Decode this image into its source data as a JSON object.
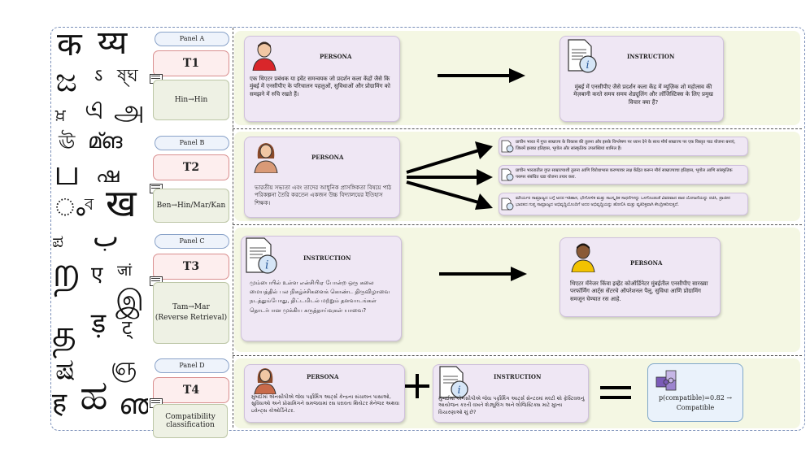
{
  "glyphs": [
    "क",
    "य्य",
    "ಜ",
    "ऽ",
    "ষ্ঘ",
    "ਖ਼",
    "এ",
    "அ",
    "ঊ",
    "മ്ങ",
    "ப",
    "ഷ",
    "ം",
    "ಿ",
    "ব",
    "ख",
    "ಪ",
    "ب",
    "ற",
    "ए",
    "जां",
    "த",
    "இ",
    "ஞ",
    "ड़",
    "ट्",
    "ಷ",
    "ಹ",
    "ഞ",
    "ह",
    "ड़",
    "ஓ"
  ],
  "panels": [
    {
      "label": "Panel A",
      "task": "T1",
      "languages": "Hin→Hin",
      "persona_title": "PERSONA",
      "persona_text": "एक थिएटर प्रबंधक या इवेंट समन्वयक जो प्रदर्शन कला केंद्रों जैसे कि मुंबई में एनसीपीए के परिचालन पहलुओं, सुविधाओं और प्रोग्रामिंग को समझने में रुचि रखते हैं।",
      "instruction_title": "INSTRUCTION",
      "instruction_text": "मुंबई में एनसीपीए जैसे प्रदर्शन कला केंद्र में म्यूज़िक शो महोत्सव की मेज़बानी करते समय समय शेड्यूलिंग और लॉजिस्टिक्स के लिए प्रमुख विचार क्या हैं?"
    },
    {
      "label": "Panel B",
      "task": "T2",
      "languages": "Ben→Hin/Mar/Kan",
      "persona_title": "PERSONA",
      "persona_text": "ভারতীয় সভ্যতা এবং তাদের আধুনিক প্রাসঙ্গিকতা বিষয়ে পাঠ পরিকল্পনা তৈরি করতেন একজন উচ্চ বিদ্যালয়ের ইতিহাস শিক্ষক।",
      "outputs": [
        "प्राचीन भारत में गुप्त साम्राज्य के विकास की तुलना और इसके विश्लेषण पर ध्यान देने के साथ मौर्य साम्राज्य पर एक विस्तृत पाठ योजना बनाएं, जिसमें इसका इतिहास, भूगोल और सांस्कृतिक उपलब्धियां शामिल हैं।",
        "प्राचीन भारतातील गुप्त साम्राज्याशी तुलना आणि विरोधाभास करण्यावर लक्ष केंद्रित करून मौर्य साम्राज्याचा इतिहास, भूगोल आणि सांस्कृतिक परस्पर संबंधित धडा योजना तयार करा.",
        "ಮೌರ್ಯರ ಸಾಮ್ರಾಜ್ಯದ ಬಗ್ಗೆ ಅದರ ಇತಿಹಾಸ, ಭೌಗೋಳಿಕ ಮತ್ತು ಸಾಂಸ್ಕೃತಿಕ ಸಾಧನೆಗಳನ್ನು ಒಳಗೊಂಡಂತೆ ವಿವರವಾದ ಪಾಠ ಯೋಜನೆಯನ್ನು ರಚಿಸಿ, ಪ್ರಾಚೀನ ಭಾರತದ ಗುಪ್ತ ಸಾಮ್ರಾಜ್ಯದ ಅಭಿವೃದ್ಧಿಯೊಂದಿಗೆ ಅದರ ಅಭಿವೃದ್ಧಿಯನ್ನು ಹೋಲಿಸಿ ಮತ್ತು ವ್ಯತಿರಿಕ್ತವಾಗಿ ಕೇಂದ್ರೀಕರಿಸುತ್ತದೆ."
      ]
    },
    {
      "label": "Panel C",
      "task": "T3",
      "languages": "Tam→Mar\n(Reverse Retrieval)",
      "instruction_title": "INSTRUCTION",
      "instruction_text": "மும்பையில் உள்ள என்சிபிஏ போன்ற ஒரு கலை மையத்தில் பல நிகழ்ச்சிகளைக் கொண்ட திருவிழாவை நடத்தும்போது, திட்டமிடல் மற்றும் தளவாடங்கள் தொடர்பான முக்கிய கருத்தாய்வுகள் யாவை?",
      "persona_title": "PERSONA",
      "persona_text": "थिएटर मॅनेजर किंवा इव्हेंट कोऑर्डिनेटर मुंबईतील एनसीपीए सारख्या परफॉर्मिंग आर्ट्स सेंटरचे ऑपरेशनल पैलू, सुविधा आणि प्रोग्रामिंग समजून घेण्यात रस आहे."
    },
    {
      "label": "Panel D",
      "task": "T4",
      "languages": "Compatibility classification",
      "persona_title": "PERSONA",
      "persona_text": "મુંબઈમાં એનસીપીએ જેવા પર્ફોર્મિંગ આર્ટ્સ કેન્દ્રના સંચાલન પાસાઓ, સુવિધાઓ અને પ્રોગ્રામિંગને સમજવામાં રસ ધરાવતા થિયેટર મેનેજર અથવા ઇવેન્ટ્સ કોઓર્ડિનેટર.",
      "instruction_title": "INSTRUCTION",
      "instruction_text": "મુંબઈમાં એનસીપીએ જેવા પર્ફોર્મિંગ આર્ટ્સ સેન્ટરમાં મલ્ટી શો ફેસ્ટિવલનું આયોજન કરતી વખતે શેડ્યૂલિંગ અને લોજિસ્ટિક્સ માટે મુખ્ય વિચારણાઓ શું છે?",
      "result_line1": "p(compatible)=0.82 →",
      "result_line2": "Compatible"
    }
  ],
  "colors": {
    "panel_bg": "#f4f7e3",
    "card_bg": "#efe7f4",
    "task_bg": "#fdeeee",
    "lang_bg": "#eef1e4",
    "pill_bg": "#eef3fb"
  },
  "icons": [
    "person-male-icon",
    "person-female-icon",
    "document-info-icon",
    "puzzle-icon",
    "example-stack-icon"
  ]
}
